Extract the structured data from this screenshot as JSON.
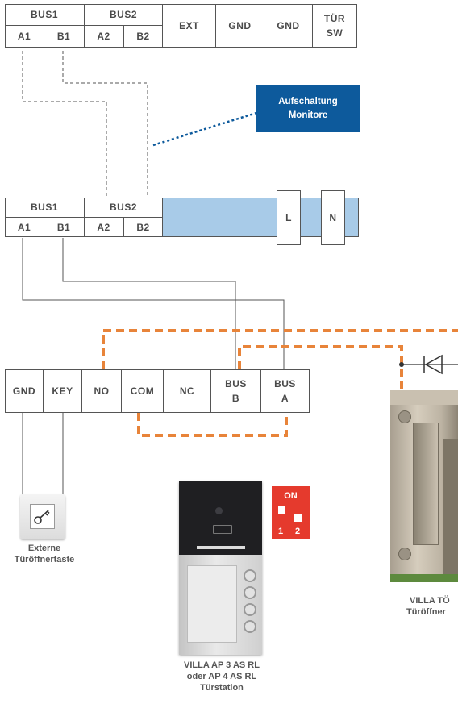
{
  "terminal_top": {
    "bus1": "BUS1",
    "bus2": "BUS2",
    "a1": "A1",
    "b1": "B1",
    "a2": "A2",
    "b2": "B2",
    "ext": "EXT",
    "gnd1": "GND",
    "gnd2": "GND",
    "tuer_line1": "TÜR",
    "tuer_line2": "SW"
  },
  "monitor_callout": {
    "line1": "Aufschaltung",
    "line2": "Monitore"
  },
  "terminal_mid": {
    "bus1": "BUS1",
    "bus2": "BUS2",
    "a1": "A1",
    "b1": "B1",
    "a2": "A2",
    "b2": "B2",
    "l": "L",
    "n": "N"
  },
  "terminal_bottom": {
    "gnd": "GND",
    "key": "KEY",
    "no": "NO",
    "com": "COM",
    "nc": "NC",
    "busb_line1": "BUS",
    "busb_line2": "B",
    "busa_line1": "BUS",
    "busa_line2": "A"
  },
  "external_button": {
    "line1": "Externe",
    "line2": "Türöffnertaste"
  },
  "dip_switch": {
    "on": "ON",
    "s1": "1",
    "s2": "2"
  },
  "door_station": {
    "line1": "VILLA AP 3 AS RL",
    "line2": "oder AP 4 AS RL",
    "line3": "Türstation"
  },
  "door_opener": {
    "line1": "VILLA TÖ",
    "line2": "Türöffner"
  },
  "colors": {
    "wire_orange": "#e8843a",
    "callout_blue": "#0d5a9c",
    "dip_red": "#e53a2d",
    "din_blue": "#a8cbe8"
  }
}
